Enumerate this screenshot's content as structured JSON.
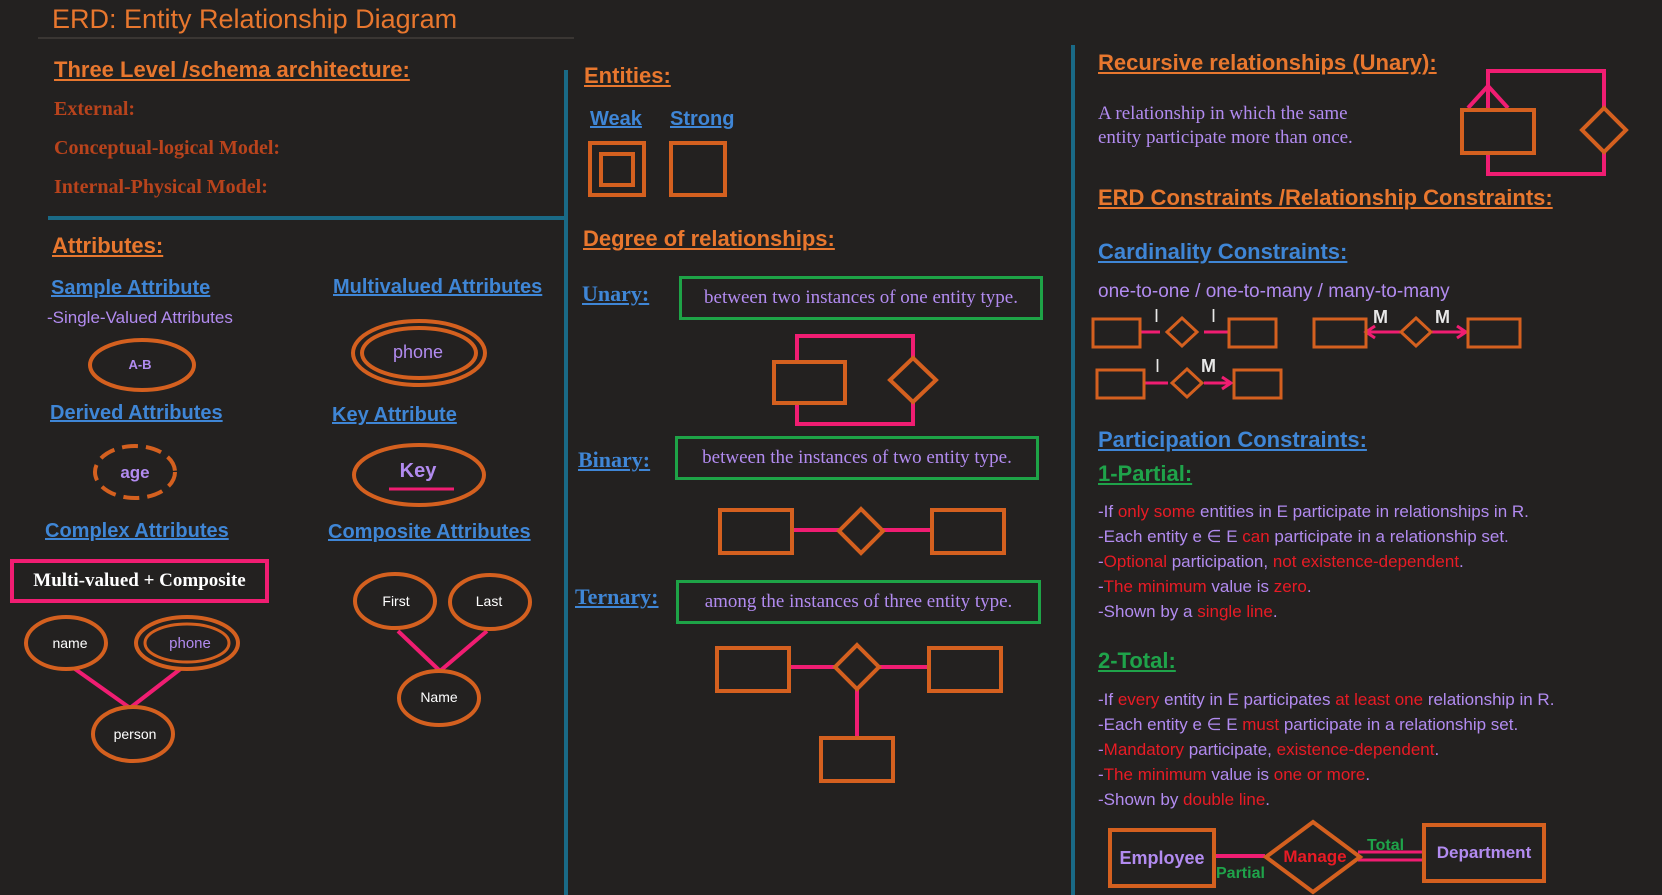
{
  "title": "ERD: Entity Relationship Diagram",
  "left": {
    "schema_heading": "Three Level /schema architecture:",
    "external": "External:",
    "conceptual": "Conceptual-logical Model:",
    "internal": "Internal-Physical Model:",
    "attributes_heading": "Attributes:",
    "sample_heading": "Sample Attribute",
    "sample_note": "-Single-Valued Attributes",
    "sample_label": "A-B",
    "multivalued_heading": "Multivalued Attributes",
    "multivalued_label": "phone",
    "derived_heading": "Derived Attributes",
    "derived_label": "age",
    "key_heading": "Key Attribute",
    "key_label": "Key",
    "complex_heading": "Complex  Attributes",
    "complex_box": "Multi-valued + Composite",
    "complex_name": "name",
    "complex_phone": "phone",
    "complex_person": "person",
    "composite_heading": "Composite Attributes",
    "composite_first": "First",
    "composite_last": "Last",
    "composite_name": "Name"
  },
  "middle": {
    "entities_heading": "Entities:",
    "weak": "Weak",
    "strong": "Strong",
    "degree_heading": "Degree of relationships:",
    "unary_label": "Unary:",
    "unary_text": "between two instances of one entity type.",
    "binary_label": "Binary:",
    "binary_text": "between the instances of two entity type.",
    "ternary_label": "Ternary:",
    "ternary_text": "among the instances of three entity type."
  },
  "right": {
    "recursive_heading": "Recursive relationships (Unary):",
    "recursive_line1": "A relationship in which the same",
    "recursive_line2": "entity participate more than once.",
    "constraints_heading": "ERD Constraints /Relationship Constraints:",
    "cardinality_heading": "Cardinality Constraints:",
    "cardinality_types": "one-to-one  / one-to-many   / many-to-many",
    "card_one": "I",
    "card_many": "M",
    "participation_heading": "Participation Constraints:",
    "partial_heading": "1-Partial:",
    "partial_lines": [
      [
        {
          "t": "-If ",
          "c": "p"
        },
        {
          "t": "only some",
          "c": "r"
        },
        {
          "t": " entities in E participate in relationships in R.",
          "c": "p"
        }
      ],
      [
        {
          "t": "-Each entity e ∈ E ",
          "c": "p"
        },
        {
          "t": "can",
          "c": "r"
        },
        {
          "t": " participate in a relationship set.",
          "c": "p"
        }
      ],
      [
        {
          "t": "-",
          "c": "p"
        },
        {
          "t": "Optional",
          "c": "r"
        },
        {
          "t": " participation, ",
          "c": "p"
        },
        {
          "t": "not existence-dependent",
          "c": "r"
        },
        {
          "t": ".",
          "c": "p"
        }
      ],
      [
        {
          "t": "-",
          "c": "p"
        },
        {
          "t": "The minimum",
          "c": "r"
        },
        {
          "t": " value is ",
          "c": "p"
        },
        {
          "t": "zero",
          "c": "r"
        },
        {
          "t": ".",
          "c": "p"
        }
      ],
      [
        {
          "t": "-Shown by a ",
          "c": "p"
        },
        {
          "t": "single line",
          "c": "r"
        },
        {
          "t": ".",
          "c": "p"
        }
      ]
    ],
    "total_heading": "2-Total:",
    "total_lines": [
      [
        {
          "t": "-If ",
          "c": "p"
        },
        {
          "t": "every",
          "c": "r"
        },
        {
          "t": " entity in E participates ",
          "c": "p"
        },
        {
          "t": "at least one",
          "c": "r"
        },
        {
          "t": " relationship in R.",
          "c": "p"
        }
      ],
      [
        {
          "t": "-Each entity e ∈ E ",
          "c": "p"
        },
        {
          "t": "must",
          "c": "r"
        },
        {
          "t": " participate in a relationship set.",
          "c": "p"
        }
      ],
      [
        {
          "t": "-",
          "c": "p"
        },
        {
          "t": "Mandatory",
          "c": "r"
        },
        {
          "t": " participate, ",
          "c": "p"
        },
        {
          "t": "existence-dependent",
          "c": "r"
        },
        {
          "t": ".",
          "c": "p"
        }
      ],
      [
        {
          "t": "-",
          "c": "p"
        },
        {
          "t": "The minimum",
          "c": "r"
        },
        {
          "t": " value is ",
          "c": "p"
        },
        {
          "t": "one or more",
          "c": "r"
        },
        {
          "t": ".",
          "c": "p"
        }
      ],
      [
        {
          "t": "-Shown by ",
          "c": "p"
        },
        {
          "t": "double line",
          "c": "r"
        },
        {
          "t": ".",
          "c": "p"
        }
      ]
    ],
    "example_employee": "Employee",
    "example_manage": "Manage",
    "example_department": "Department",
    "example_partial": "Partial",
    "example_total": "Total"
  },
  "colors": {
    "orange": "#d4601f",
    "pink": "#f01d72",
    "purple": "#b28bf0",
    "green": "#1ea347",
    "blue": "#3f86d6",
    "red": "#e81b25",
    "divider": "#1a6a86"
  }
}
